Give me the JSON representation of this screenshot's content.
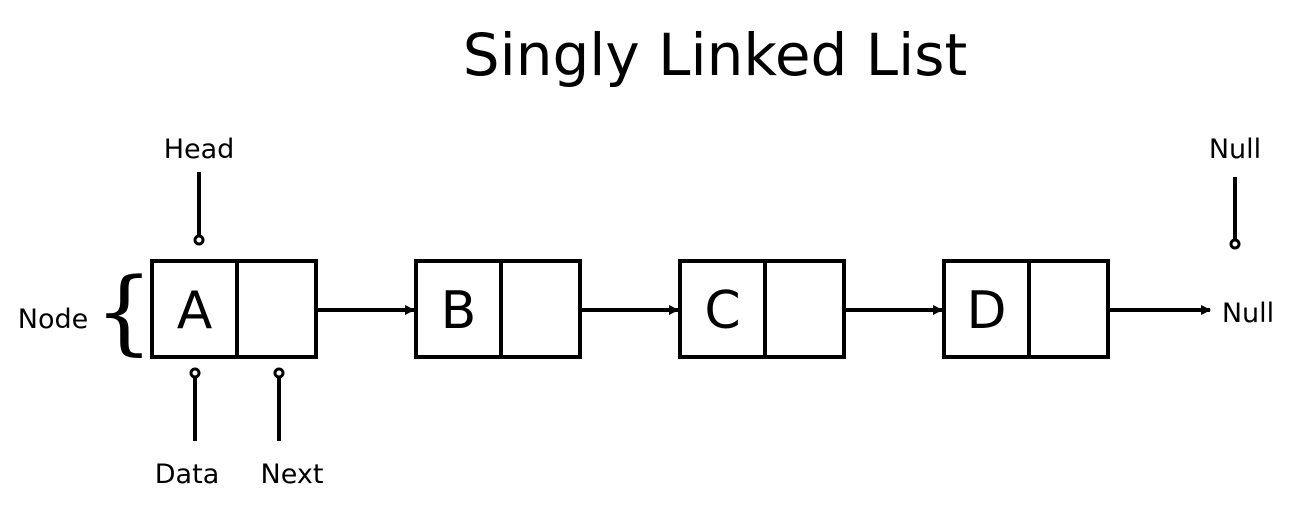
{
  "title": "Singly Linked List",
  "labels": {
    "head": "Head",
    "node": "Node",
    "data": "Data",
    "next": "Next",
    "null_top": "Null",
    "null_end": "Null",
    "brace": "{"
  },
  "nodes": [
    {
      "value": "A"
    },
    {
      "value": "B"
    },
    {
      "value": "C"
    },
    {
      "value": "D"
    }
  ],
  "colors": {
    "stroke": "#000000",
    "background": "#ffffff"
  }
}
